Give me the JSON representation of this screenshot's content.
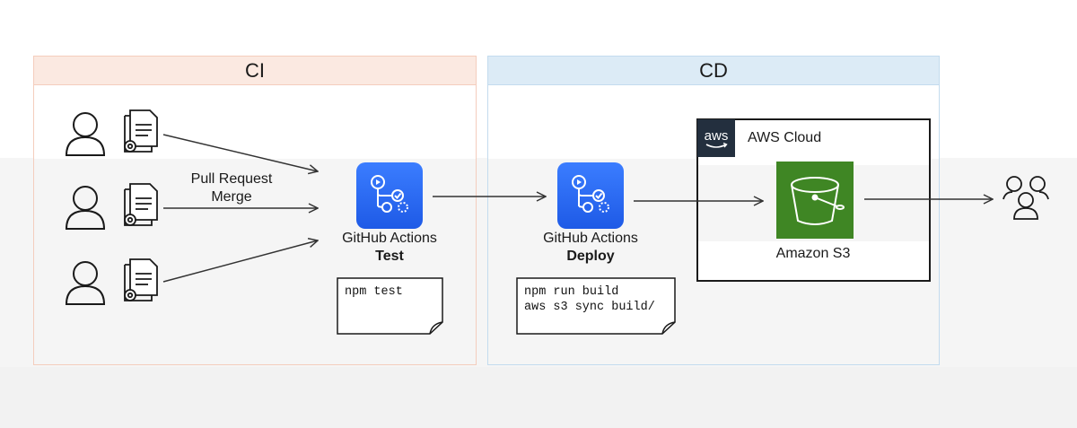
{
  "ci": {
    "title": "CI"
  },
  "cd": {
    "title": "CD"
  },
  "edges": {
    "pr_label_1": "Pull Request",
    "pr_label_2": "Merge"
  },
  "test_step": {
    "name": "GitHub Actions",
    "stage": "Test",
    "command": "npm test",
    "icon": "github-actions-icon"
  },
  "deploy_step": {
    "name": "GitHub Actions",
    "stage": "Deploy",
    "command": "npm run build\naws s3 sync build/",
    "icon": "github-actions-icon"
  },
  "aws": {
    "cloud_label": "AWS Cloud",
    "logo_text": "aws",
    "s3_label": "Amazon S3"
  },
  "colors": {
    "ci_header": "#fbe9e1",
    "ci_border": "#f4cdbd",
    "cd_header": "#dcebf6",
    "cd_border": "#c3dbee",
    "s3_green": "#3f8624",
    "actions_blue": "#2a6ef4",
    "aws_dark": "#232f3e"
  }
}
